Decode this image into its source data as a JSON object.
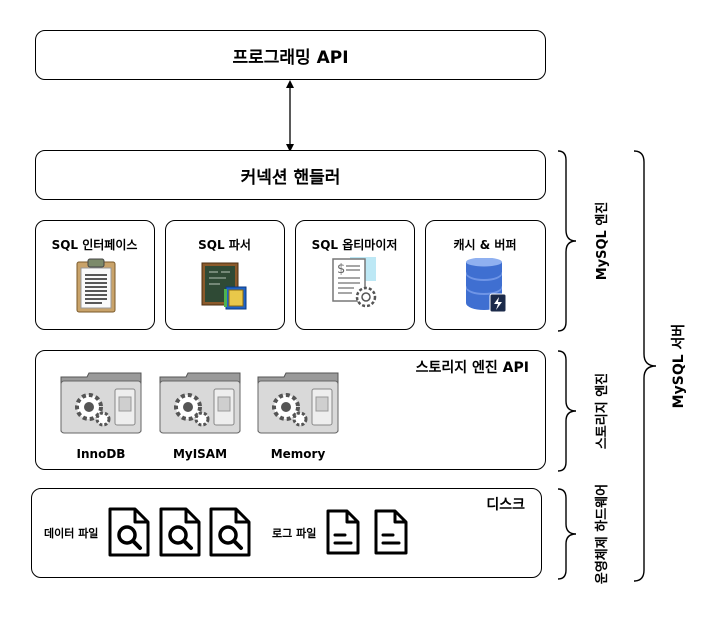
{
  "programming_api": {
    "label": "프로그래밍 API"
  },
  "connection_handler": {
    "label": "커넥션 핸들러"
  },
  "engine_modules": [
    {
      "label": "SQL 인터페이스",
      "icon": "clipboard-icon"
    },
    {
      "label": "SQL 파서",
      "icon": "chalkboard-book-icon"
    },
    {
      "label": "SQL 옵티마이저",
      "icon": "document-gear-icon"
    },
    {
      "label": "캐시 & 버퍼",
      "icon": "database-icon"
    }
  ],
  "storage_engine_api": {
    "title": "스토리지 엔진 API",
    "engines": [
      {
        "label": "InnoDB",
        "icon": "drive-gear-icon"
      },
      {
        "label": "MyISAM",
        "icon": "drive-gear-icon"
      },
      {
        "label": "Memory",
        "icon": "drive-gear-icon"
      }
    ]
  },
  "disk": {
    "title": "디스크",
    "data_files_label": "데이터 파일",
    "log_files_label": "로그 파일"
  },
  "brackets": {
    "mysql_engine": "MySQL 엔진",
    "storage_engine": "스토리지 엔진",
    "os_hardware": "운영체제 하드웨어",
    "mysql_server": "MySQL 서버"
  },
  "colors": {
    "stroke": "#000000",
    "database_blue": "#3f6fd1",
    "board_green": "#2f4a35",
    "drive_gray": "#8a8a8a"
  }
}
